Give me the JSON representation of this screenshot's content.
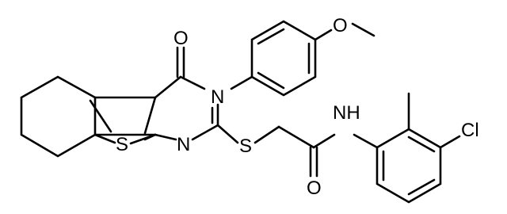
{
  "atoms": {
    "o_methoxy": "O",
    "o_carbonyl": "O",
    "n_ring": "N",
    "n_pyrimidine": "N",
    "s_thiophene": "S",
    "s_thioether": "S",
    "nh_amide": "NH",
    "o_amide": "O",
    "cl": "Cl"
  }
}
